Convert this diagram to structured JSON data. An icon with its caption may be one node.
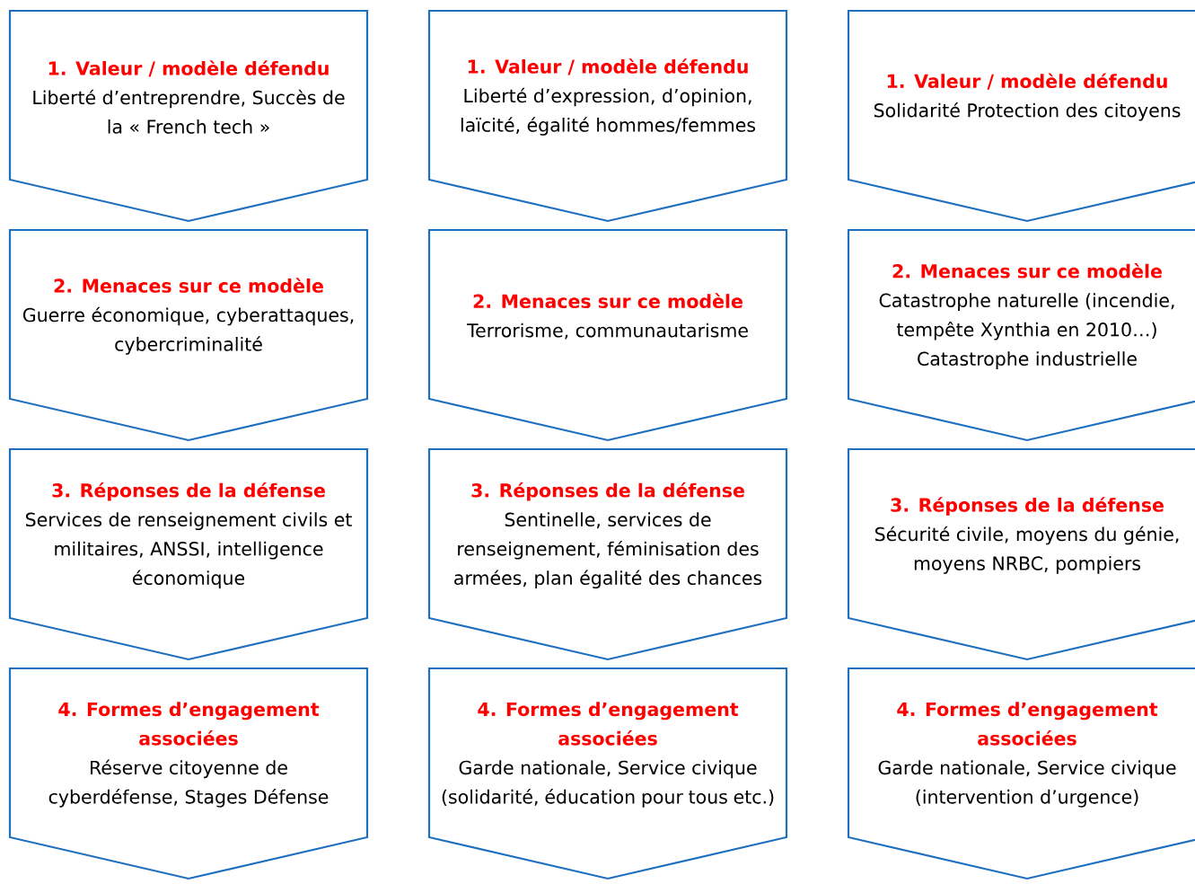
{
  "diagram": {
    "nodes": [
      {
        "text": [
          "1. Valeur / modèle défendu",
          "Liberté d’entreprendre, Succès de la « French tech »"
        ]
      },
      {
        "text": [
          "1. Valeur / modèle défendu",
          "Liberté d’expression, d’opinion, laïcité, égalité hommes/femmes"
        ]
      },
      {
        "text": [
          "1. Valeur / modèle défendu",
          "Solidarité Protection des citoyens"
        ]
      },
      {
        "text": [
          "2. Menaces sur ce modèle",
          "Guerre économique, cyberattaques, cybercriminalité"
        ]
      },
      {
        "text": [
          "2. Menaces sur ce modèle",
          "Terrorisme, communautarisme"
        ]
      },
      {
        "text": [
          "2. Menaces sur ce modèle",
          "Catastrophe naturelle (incendie, tempête Xynthia en 2010…) Catastrophe industrielle"
        ]
      },
      {
        "text": [
          "3. Réponses de la défense",
          "Services de renseignement civils et militaires, ANSSI, intelligence économique"
        ]
      },
      {
        "text": [
          "3. Réponses de la défense",
          "Sentinelle, services de renseignement, féminisation des armées, plan égalité des chances"
        ]
      },
      {
        "text": [
          "3. Réponses de la défense",
          "Sécurité civile, moyens du génie, moyens NRBC, pompiers"
        ]
      },
      {
        "text": [
          "4. Formes d’engagement associées",
          "Réserve citoyenne de cyberdéfense, Stages Défense"
        ]
      },
      {
        "text": [
          "4. Formes d’engagement associées",
          "Garde nationale, Service civique (solidarité, éducation pour tous etc.)"
        ]
      },
      {
        "text": [
          "4. Formes d’engagement associées",
          "Garde nationale, Service civique (intervention d’urgence)"
        ]
      }
    ]
  }
}
